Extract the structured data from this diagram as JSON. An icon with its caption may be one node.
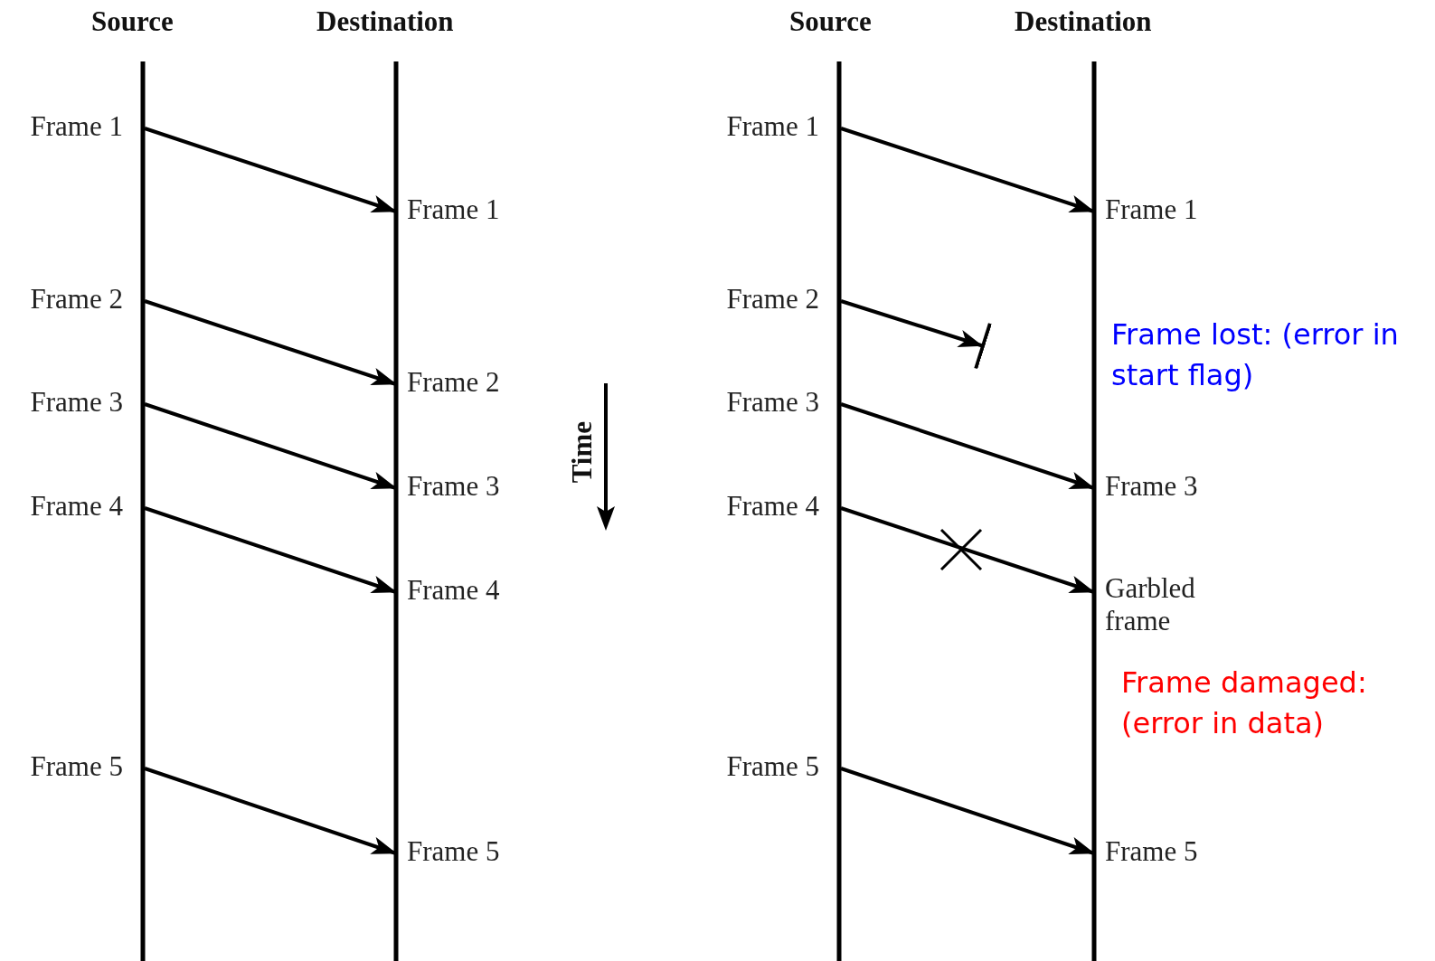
{
  "diagram": {
    "nodes": [
      {
        "text": [
          "Frame 1"
        ]
      },
      {
        "text": [
          "Frame 1"
        ]
      },
      {
        "text": [
          "Frame 2"
        ]
      },
      {
        "text": [
          "Frame 2"
        ]
      },
      {
        "text": [
          "Frame 3"
        ]
      },
      {
        "text": [
          "Frame 3"
        ]
      },
      {
        "text": [
          "Frame 4"
        ]
      },
      {
        "text": [
          "Frame 4"
        ]
      },
      {
        "text": [
          "Frame 5"
        ]
      },
      {
        "text": [
          "Frame 5"
        ]
      },
      {
        "text": [
          "Frame 1"
        ]
      },
      {
        "text": [
          "Frame 1"
        ]
      },
      {
        "text": [
          "Frame 2"
        ]
      },
      {
        "text": [
          "Frame 3"
        ]
      },
      {
        "text": [
          "Frame 3"
        ]
      },
      {
        "text": [
          "Frame 4"
        ]
      },
      {
        "text": [
          "Garbled frame"
        ]
      },
      {
        "text": [
          "Frame 5"
        ]
      },
      {
        "text": [
          "Frame 5"
        ]
      }
    ],
    "edges": [
      {
        "from": 0,
        "to": 1,
        "arrow": "to"
      },
      {
        "from": 2,
        "to": 3,
        "arrow": "to"
      },
      {
        "from": 4,
        "to": 5,
        "arrow": "to"
      },
      {
        "from": 6,
        "to": 7,
        "arrow": "to"
      },
      {
        "from": 8,
        "to": 9,
        "arrow": "to"
      },
      {
        "from": 10,
        "to": 11,
        "arrow": "to"
      },
      {
        "from": 12,
        "to": null,
        "arrow": "to"
      },
      {
        "from": 13,
        "to": 14,
        "arrow": "to"
      },
      {
        "from": 15,
        "to": 16,
        "arrow": "to"
      },
      {
        "from": 17,
        "to": 18,
        "arrow": "to"
      }
    ],
    "labels": [
      "Source",
      "Destination",
      "Source",
      "Destination",
      "Frame lost: (error in start flag)",
      "Time",
      "Frame damaged: (error in data)"
    ]
  }
}
